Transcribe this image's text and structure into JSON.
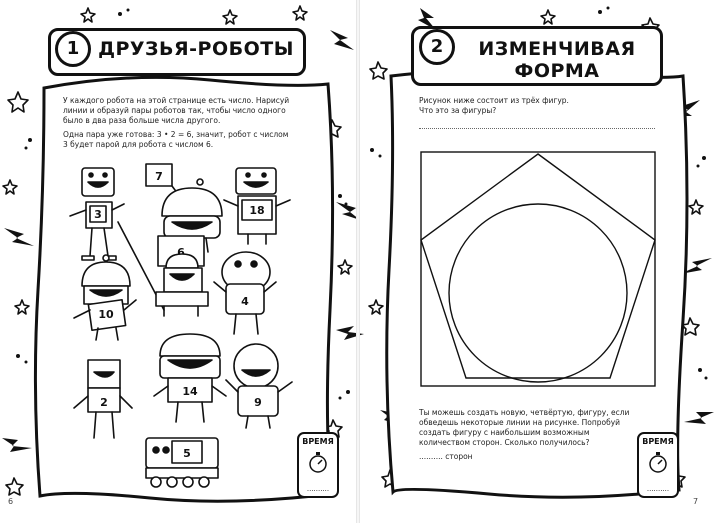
{
  "left": {
    "number": "1",
    "title": "ДРУЗЬЯ-РОБОТЫ",
    "paragraph1": [
      "У каждого робота на этой странице есть число. Нарисуй",
      "линии и образуй пары роботов так, чтобы число одного",
      "было в два раза больше числа другого."
    ],
    "paragraph2": [
      "Одна пара уже готова: 3 • 2 = 6, значит, робот с числом",
      "3 будет парой для робота с числом 6."
    ],
    "robots": [
      "3",
      "7",
      "18",
      "6",
      "10",
      "4",
      "2",
      "14",
      "9",
      "5"
    ],
    "time_label": "ВРЕМЯ",
    "time_dots": "..........",
    "page_number": "6"
  },
  "right": {
    "number": "2",
    "title_line1": "ИЗМЕНЧИВАЯ",
    "title_line2": "ФОРМА",
    "question": [
      "Рисунок ниже состоит из трёх фигур.",
      "Что это за фигуры?"
    ],
    "paragraph": [
      "Ты можешь создать новую, четвёртую, фигуру, если",
      "обведешь некоторые линии на рисунке. Попробуй",
      "создать фигуру с наибольшим возможным",
      "количеством сторон. Сколько получилось?"
    ],
    "answer_dots": "..........",
    "answer_unit": "сторон",
    "time_label": "ВРЕМЯ",
    "time_dots": "..........",
    "page_number": "7"
  }
}
